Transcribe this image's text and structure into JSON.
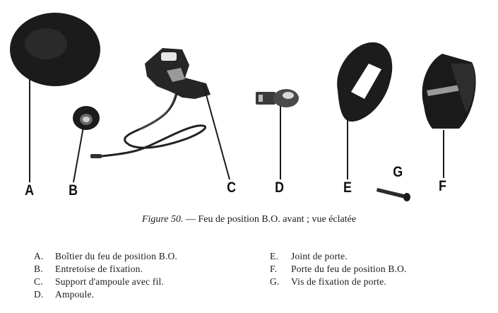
{
  "figure": {
    "letters": [
      "A",
      "B",
      "C",
      "D",
      "E",
      "F",
      "G"
    ]
  },
  "caption": {
    "number": "Figure 50.",
    "dash": "—",
    "text": "Feu de position B.O. avant ; vue éclatée"
  },
  "legend": {
    "left": [
      {
        "key": "A.",
        "text": "Boîtier du feu de position B.O."
      },
      {
        "key": "B.",
        "text": "Entretoise de fixation."
      },
      {
        "key": "C.",
        "text": "Support d'ampoule avec fil."
      },
      {
        "key": "D.",
        "text": "Ampoule."
      }
    ],
    "right": [
      {
        "key": "E.",
        "text": "Joint de porte."
      },
      {
        "key": "F.",
        "text": "Porte du feu de position B.O."
      },
      {
        "key": "G.",
        "text": "Vis de fixation de porte."
      }
    ]
  }
}
